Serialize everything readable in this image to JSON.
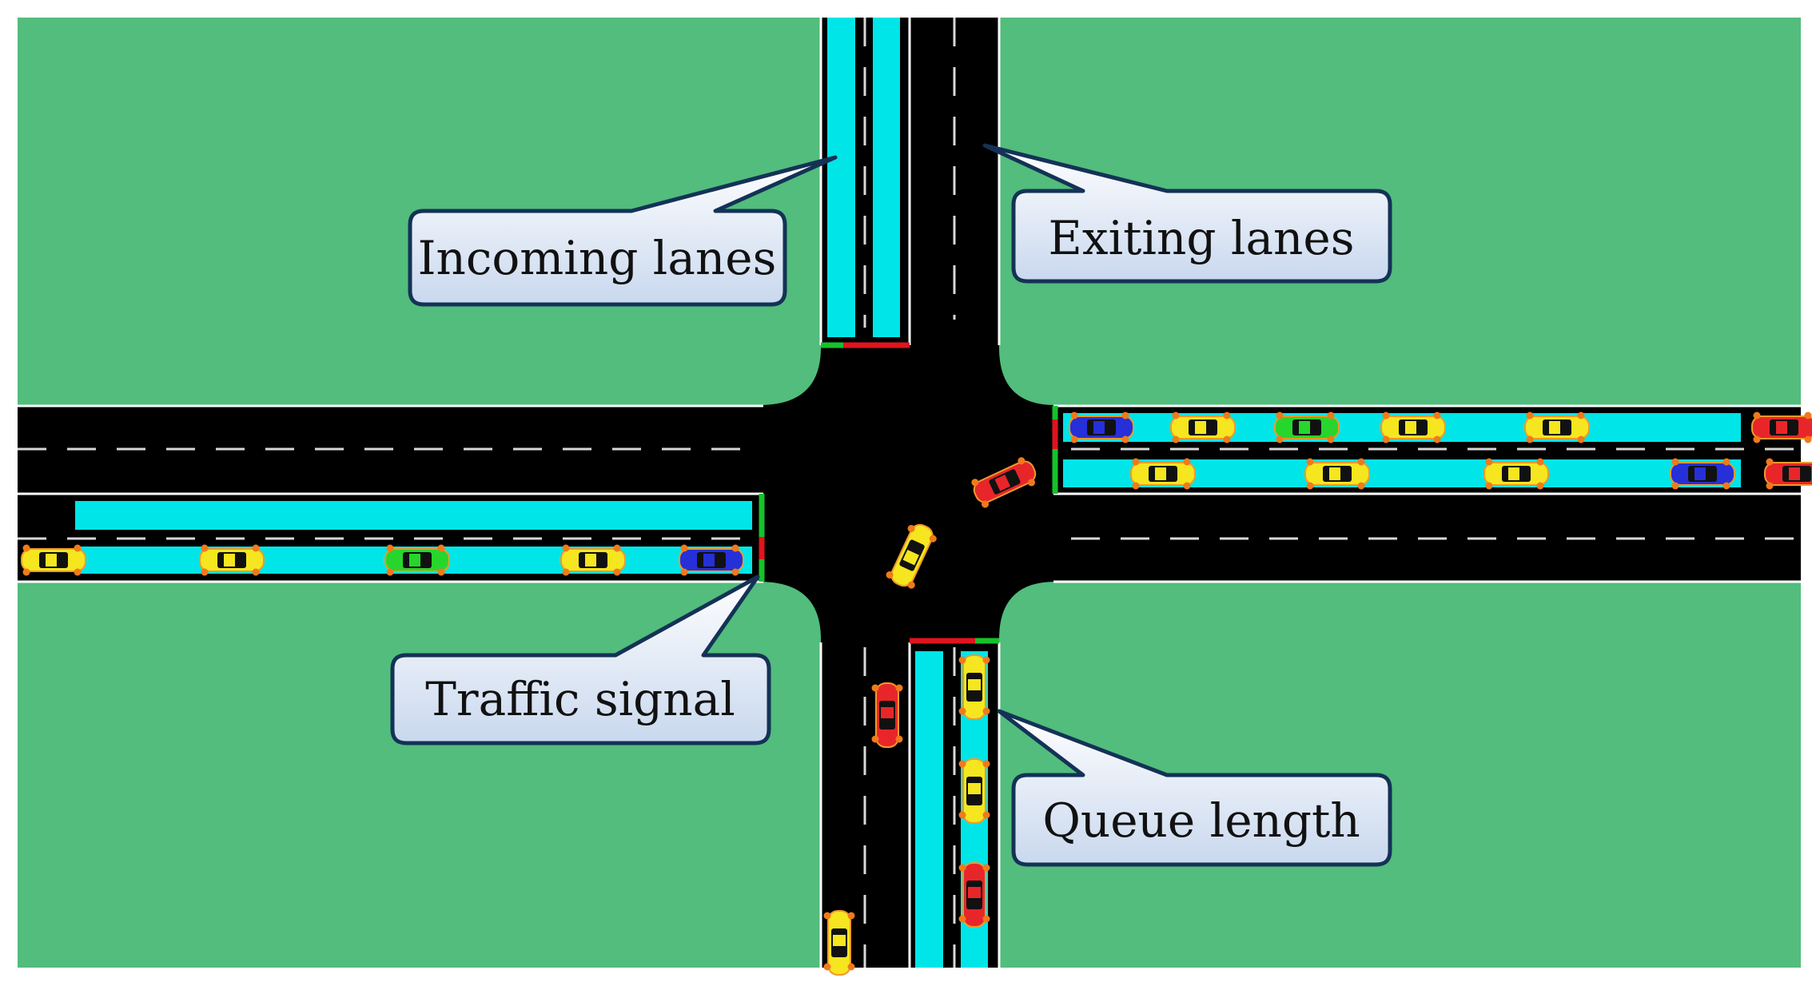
{
  "colors": {
    "grass": "#52bd7c",
    "road": "#000000",
    "queue": "#00e5e8",
    "lane_edge": "#ffffff",
    "signal_green": "#16c22b",
    "signal_red": "#e0141e",
    "callout_border": "#143256",
    "callout_fill_top": "#ffffff",
    "callout_fill_bottom": "#c9d8ee"
  },
  "callouts": {
    "incoming_lanes": "Incoming lanes",
    "exiting_lanes": "Exiting lanes",
    "traffic_signal": "Traffic signal",
    "queue_length": "Queue length"
  },
  "vehicles": {
    "east_lane1": [
      "blue",
      "yellow",
      "green",
      "yellow",
      "yellow",
      "red"
    ],
    "east_lane2": [
      "yellow",
      "yellow",
      "yellow",
      "blue",
      "red"
    ],
    "west_lane": [
      "yellow",
      "yellow",
      "green",
      "yellow",
      "blue"
    ],
    "south_lane": [
      "yellow",
      "yellow",
      "red"
    ],
    "south_exit": [
      "red",
      "yellow"
    ],
    "intersection": [
      "red",
      "yellow"
    ]
  }
}
